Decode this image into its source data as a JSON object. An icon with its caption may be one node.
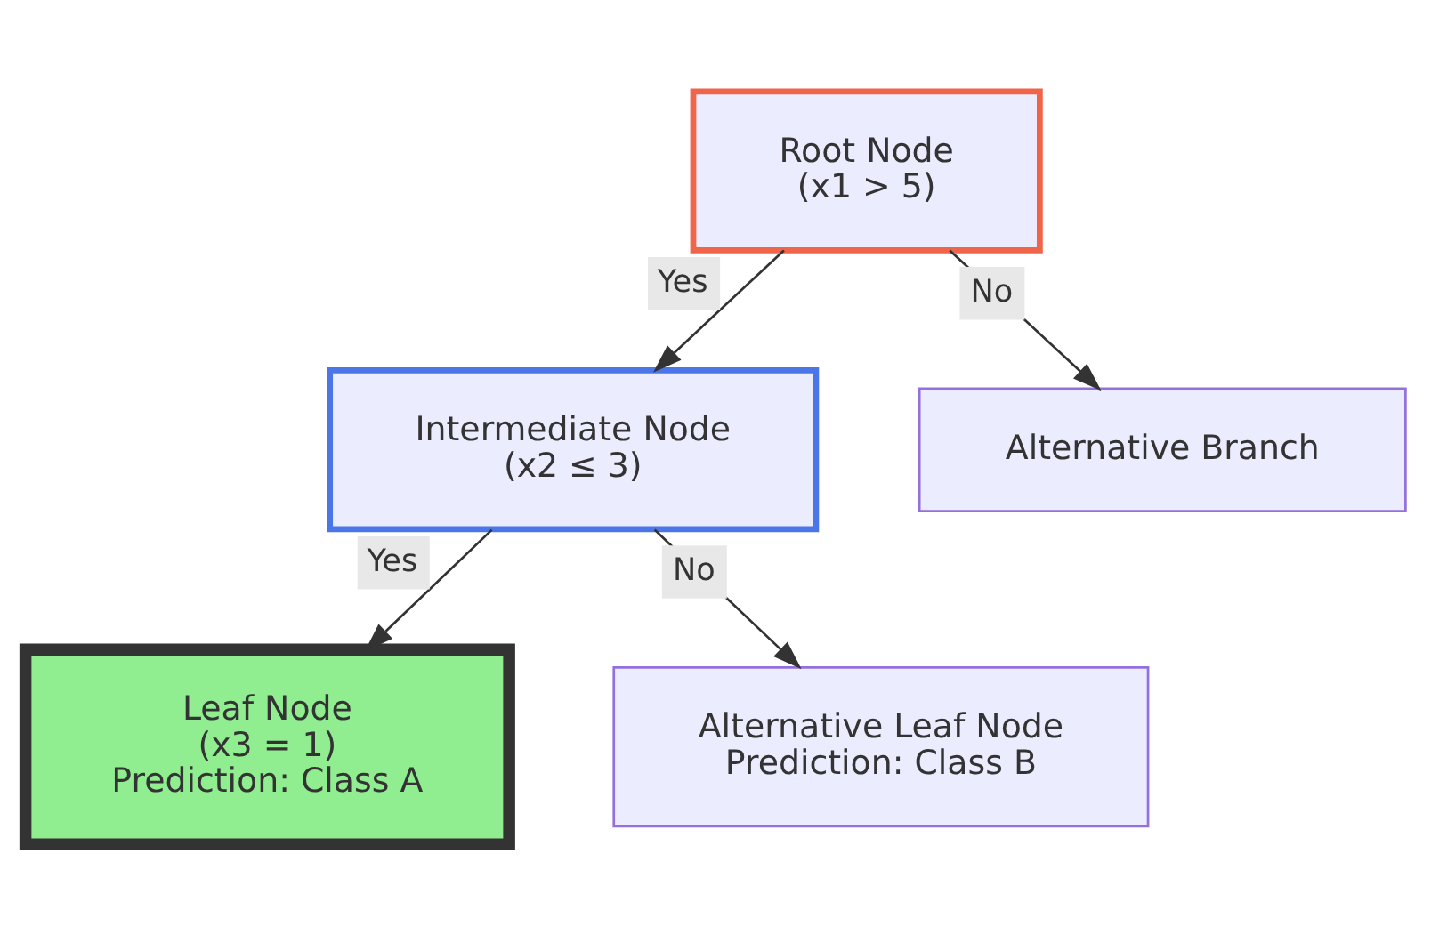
{
  "diagram": {
    "nodes": [
      {
        "text": [
          "Root Node",
          "(x1 > 5)"
        ]
      },
      {
        "text": [
          "Intermediate Node",
          "(x2 ≤ 3)"
        ]
      },
      {
        "text": [
          "Alternative Branch"
        ]
      },
      {
        "text": [
          "Leaf Node",
          "(x3 = 1)",
          "Prediction: Class A"
        ]
      },
      {
        "text": [
          "Alternative Leaf Node",
          "Prediction: Class B"
        ]
      }
    ],
    "edges": [
      {
        "from": 0,
        "to": 1,
        "arrow": "to",
        "label": "Yes"
      },
      {
        "from": 0,
        "to": 2,
        "arrow": "to",
        "label": "No"
      },
      {
        "from": 1,
        "to": 3,
        "arrow": "to",
        "label": "Yes"
      },
      {
        "from": 1,
        "to": 4,
        "arrow": "to",
        "label": "No"
      }
    ]
  }
}
